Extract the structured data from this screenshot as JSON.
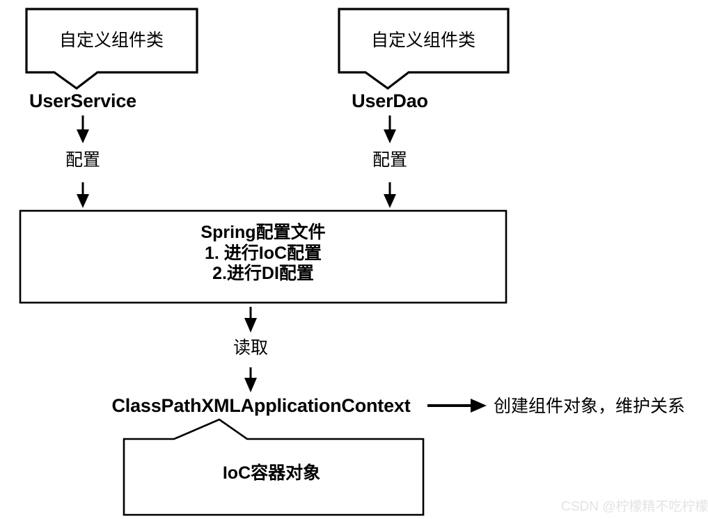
{
  "diagram": {
    "title": "Spring IoC / DI configuration flow",
    "stroke_color": "#000000",
    "background_color": "#ffffff",
    "watermark": "CSDN @柠檬精不吃柠檬",
    "nodes": {
      "callout_left": {
        "label": "自定义组件类"
      },
      "callout_right": {
        "label": "自定义组件类"
      },
      "class_left": {
        "label": "UserService"
      },
      "class_right": {
        "label": "UserDao"
      },
      "edge_left_label": {
        "label": "配置"
      },
      "edge_right_label": {
        "label": "配置"
      },
      "spring_config": {
        "line1": "Spring配置文件",
        "line2": "1. 进行IoC配置",
        "line3": "2.进行DI配置"
      },
      "edge_read_label": {
        "label": "读取"
      },
      "context": {
        "label": "ClassPathXMLApplicationContext"
      },
      "result": {
        "label": "创建组件对象，维护关系"
      },
      "ioc_container": {
        "label": "IoC容器对象"
      }
    }
  }
}
